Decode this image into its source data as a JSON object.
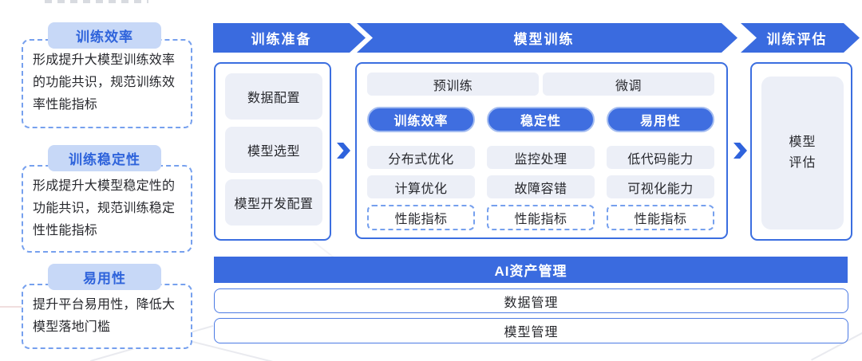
{
  "palette": {
    "banner_blue": "#3a6bdf",
    "pill_blue": "#3f6ee0",
    "light_blue_pill": "#c7d8f7",
    "light_gray_box": "#eceff7",
    "solid_border_blue": "#3b6ee0",
    "dashed_border_blue": "#76a0ee",
    "blue_text": "#2e63db",
    "dark_text": "#27282d"
  },
  "left_panel": {
    "cards": [
      {
        "title": "训练效率",
        "body": "形成提升大模型训练效率的功能共识，规范训练效率性能指标"
      },
      {
        "title": "训练稳定性",
        "body": "形成提升大模型稳定性的功能共识，规范训练稳定性性能指标"
      },
      {
        "title": "易用性",
        "body": "提升平台易用性，降低大模型落地门槛"
      }
    ]
  },
  "flow": {
    "banners": [
      {
        "label": "训练准备"
      },
      {
        "label": "模型训练"
      },
      {
        "label": "训练评估"
      }
    ],
    "prep_column": {
      "items": [
        "数据配置",
        "模型选型",
        "模型开发配置"
      ]
    },
    "training_column": {
      "top_row": [
        "预训练",
        "微调"
      ],
      "pillars": [
        {
          "header": "训练效率",
          "items": [
            "分布式优化",
            "计算优化"
          ],
          "metric": "性能指标"
        },
        {
          "header": "稳定性",
          "items": [
            "监控处理",
            "故障容错"
          ],
          "metric": "性能指标"
        },
        {
          "header": "易用性",
          "items": [
            "低代码能力",
            "可视化能力"
          ],
          "metric": "性能指标"
        }
      ]
    },
    "eval_column": {
      "item": "模型\n评估"
    }
  },
  "bottom": {
    "banner": "AI资产管理",
    "bars": [
      "数据管理",
      "模型管理"
    ]
  }
}
